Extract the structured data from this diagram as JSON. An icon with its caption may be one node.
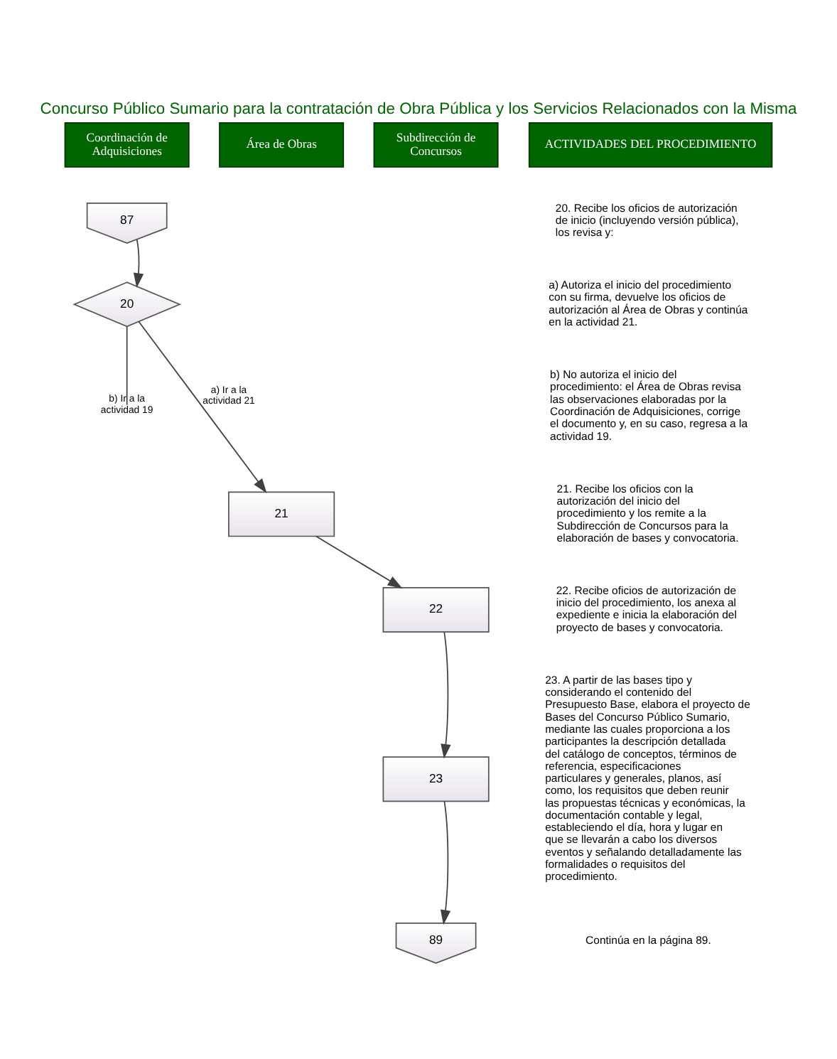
{
  "diagram": {
    "title": "Concurso Público Sumario para la contratación de Obra Pública y los Servicios Relacionados con la Misma",
    "nodes": [
      {
        "text": [
          "87"
        ]
      },
      {
        "text": [
          "20"
        ]
      },
      {
        "text": [
          "21"
        ]
      },
      {
        "text": [
          "22"
        ]
      },
      {
        "text": [
          "23"
        ]
      },
      {
        "text": [
          "89"
        ]
      }
    ],
    "edges": [
      {
        "from": 0,
        "to": 1,
        "arrow": "to"
      },
      {
        "from": 1,
        "to": null,
        "arrow": "none",
        "label": "b) Ir a la actividad 19"
      },
      {
        "from": 1,
        "to": 2,
        "arrow": "to",
        "label": "a) Ir a la actividad 21"
      },
      {
        "from": 2,
        "to": 3,
        "arrow": "to"
      },
      {
        "from": 3,
        "to": 4,
        "arrow": "to"
      },
      {
        "from": 4,
        "to": 5,
        "arrow": "to"
      }
    ],
    "labels": [
      "Coordinación de Adquisiciones",
      "Área de Obras",
      "Subdirección de Concursos",
      "ACTIVIDADES DEL PROCEDIMIENTO",
      "20. Recibe los oficios de autorización de inicio (incluyendo versión pública), los revisa y:",
      "a) Autoriza el inicio del procedimiento con su firma, devuelve los oficios de autorización al Área de Obras y continúa en la actividad 21.",
      "b) No autoriza el inicio del procedimiento: el Área de Obras revisa las observaciones elaboradas por la Coordinación de Adquisiciones, corrige el documento y, en su caso, regresa a la actividad 19.",
      "21. Recibe los oficios con la autorización del inicio del procedimiento y los remite a la Subdirección de Concursos para la elaboración de bases y convocatoria.",
      "22. Recibe oficios de autorización de inicio del procedimiento, los anexa al expediente e inicia la elaboración del proyecto de bases y convocatoria.",
      "23. A partir de las bases tipo y considerando el contenido del Presupuesto Base, elabora el proyecto de Bases del Concurso Público Sumario, mediante las cuales proporciona a los participantes la descripción detallada del catálogo de conceptos, términos de referencia, especificaciones particulares y generales, planos, así como, los requisitos que deben reunir las propuestas técnicas y económicas, la documentación contable y legal, estableciendo el día, hora y lugar en que se llevarán a cabo los diversos eventos y señalando detalladamente las formalidades o requisitos del procedimiento.",
      "Continúa en la página 89."
    ]
  }
}
